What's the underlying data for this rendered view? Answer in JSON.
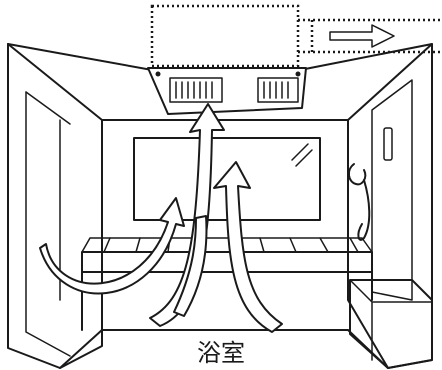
{
  "labels": {
    "room": "浴室"
  },
  "colors": {
    "line": "#1a1a1a",
    "background": "#ffffff"
  },
  "icons": [
    "ventilation-fan-unit",
    "exhaust-direction-arrow",
    "airflow-arrow",
    "shower-head-icon"
  ]
}
